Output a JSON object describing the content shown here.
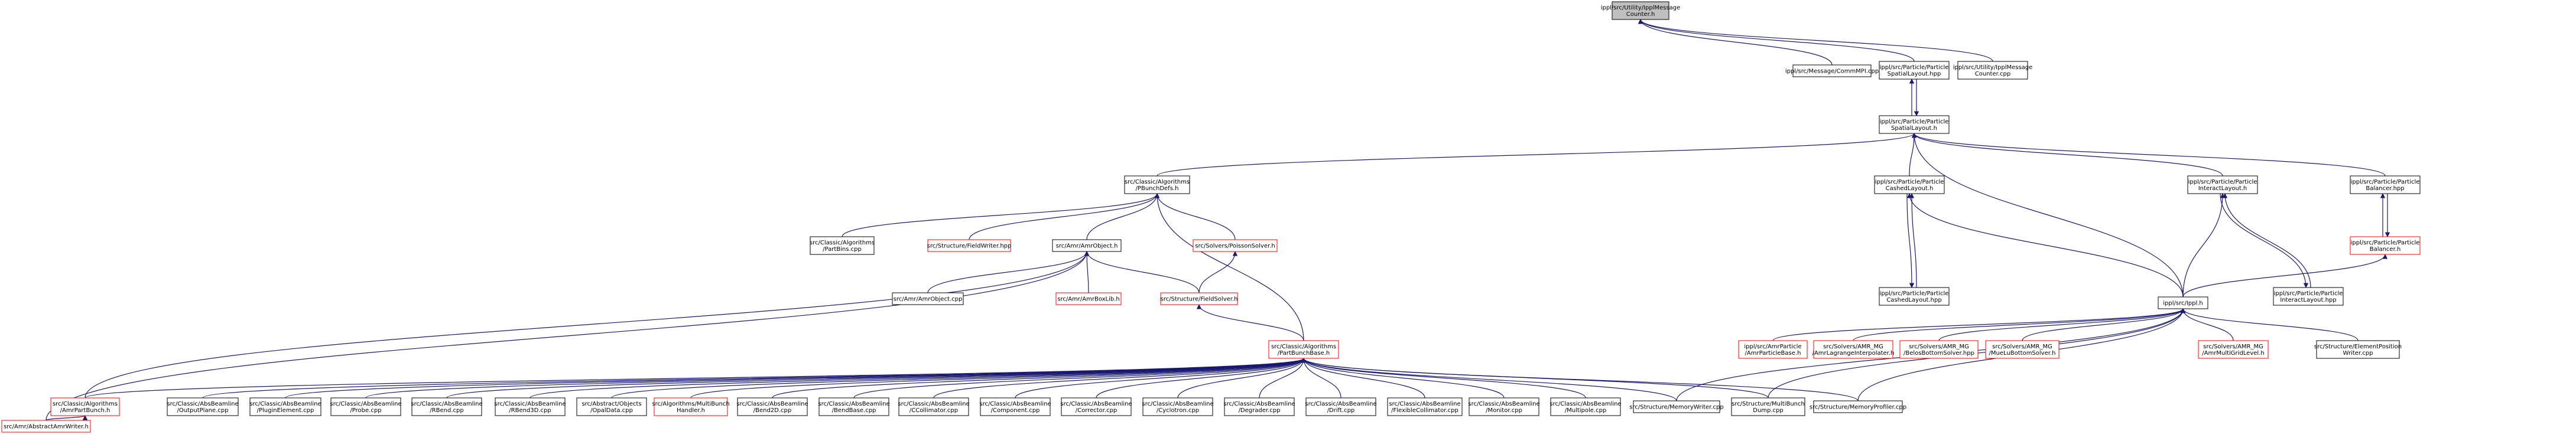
{
  "nodes": [
    {
      "id": "counter_h",
      "lines": [
        "ippl/src/Utility/IpplMessage",
        "Counter.h"
      ],
      "style": "grey"
    },
    {
      "id": "commmpi_cpp",
      "lines": [
        "ippl/src/Message/CommMPI.cpp"
      ],
      "style": "black"
    },
    {
      "id": "spatiallayout_hpp",
      "lines": [
        "ippl/src/Particle/Particle",
        "SpatialLayout.hpp"
      ],
      "style": "black"
    },
    {
      "id": "counter_cpp",
      "lines": [
        "ippl/src/Utility/IpplMessage",
        "Counter.cpp"
      ],
      "style": "black"
    },
    {
      "id": "spatiallayout_h",
      "lines": [
        "ippl/src/Particle/Particle",
        "SpatialLayout.h"
      ],
      "style": "black"
    },
    {
      "id": "pbunchdefs_h",
      "lines": [
        "src/Classic/Algorithms",
        "/PBunchDefs.h"
      ],
      "style": "black"
    },
    {
      "id": "cachedlayout_h",
      "lines": [
        "ippl/src/Particle/Particle",
        "CashedLayout.h"
      ],
      "style": "black"
    },
    {
      "id": "interactlayout_h",
      "lines": [
        "ippl/src/Particle/Particle",
        "InteractLayout.h"
      ],
      "style": "black"
    },
    {
      "id": "balancer_h_top",
      "lines": [
        "ippl/src/Particle/Particle",
        "Balancer.hpp"
      ],
      "style": "black"
    },
    {
      "id": "partbins_cpp",
      "lines": [
        "src/Classic/Algorithms",
        "/PartBins.cpp"
      ],
      "style": "black"
    },
    {
      "id": "fieldwriter_hpp",
      "lines": [
        "src/Structure/FieldWriter.hpp"
      ],
      "style": "red"
    },
    {
      "id": "amrobject_h",
      "lines": [
        "src/Amr/AmrObject.h"
      ],
      "style": "black"
    },
    {
      "id": "poissonsolver_h",
      "lines": [
        "src/Solvers/PoissonSolver.h"
      ],
      "style": "red"
    },
    {
      "id": "cachedlayout_hpp",
      "lines": [
        "ippl/src/Particle/Particle",
        "CashedLayout.hpp"
      ],
      "style": "black"
    },
    {
      "id": "interactlayout_hpp",
      "lines": [
        "ippl/src/Particle/Particle",
        "InteractLayout.hpp"
      ],
      "style": "black"
    },
    {
      "id": "balancer_h",
      "lines": [
        "ippl/src/Particle/Particle",
        "Balancer.h"
      ],
      "style": "red"
    },
    {
      "id": "ippl_h",
      "lines": [
        "ippl/src/Ippl.h"
      ],
      "style": "black"
    },
    {
      "id": "amrobject_cpp",
      "lines": [
        "src/Amr/AmrObject.cpp"
      ],
      "style": "black"
    },
    {
      "id": "amrboxlib_h",
      "lines": [
        "src/Amr/AmrBoxLib.h"
      ],
      "style": "red"
    },
    {
      "id": "fieldsolver_h",
      "lines": [
        "src/Structure/FieldSolver.h"
      ],
      "style": "red"
    },
    {
      "id": "amrparticlebase_h",
      "lines": [
        "ippl/src/AmrParticle",
        "/AmrParticleBase.h"
      ],
      "style": "red"
    },
    {
      "id": "amrlagrange_h",
      "lines": [
        "src/Solvers/AMR_MG",
        "/AmrLagrangeInterpolater.h"
      ],
      "style": "red"
    },
    {
      "id": "bottomsolver_hpp",
      "lines": [
        "src/Solvers/AMR_MG",
        "/BelosBottomSolver.hpp"
      ],
      "style": "red"
    },
    {
      "id": "mueluttomsolver_h",
      "lines": [
        "src/Solvers/AMR_MG",
        "/MueLuBottomSolver.h"
      ],
      "style": "red"
    },
    {
      "id": "amrmultigridlevel_h",
      "lines": [
        "src/Solvers/AMR_MG",
        "/AmrMultiGridLevel.h"
      ],
      "style": "red"
    },
    {
      "id": "elementposition_cpp",
      "lines": [
        "src/Structure/ElementPosition",
        "Writer.cpp"
      ],
      "style": "black"
    },
    {
      "id": "partbunchbase_h",
      "lines": [
        "src/Classic/Algorithms",
        "/PartBunchBase.h"
      ],
      "style": "red"
    },
    {
      "id": "amrpartbunch_h",
      "lines": [
        "src/Classic/Algorithms",
        "/AmrPartBunch.h"
      ],
      "style": "red"
    },
    {
      "id": "outputplane_cpp",
      "lines": [
        "src/Classic/AbsBeamline",
        "/OutputPlane.cpp"
      ],
      "style": "black"
    },
    {
      "id": "pluginelement_cpp",
      "lines": [
        "src/Classic/AbsBeamline",
        "/PluginElement.cpp"
      ],
      "style": "black"
    },
    {
      "id": "probe_cpp",
      "lines": [
        "src/Classic/AbsBeamline",
        "/Probe.cpp"
      ],
      "style": "black"
    },
    {
      "id": "rbend_cpp",
      "lines": [
        "src/Classic/AbsBeamline",
        "/RBend.cpp"
      ],
      "style": "black"
    },
    {
      "id": "rbend3d_cpp",
      "lines": [
        "src/Classic/AbsBeamline",
        "/RBend3D.cpp"
      ],
      "style": "black"
    },
    {
      "id": "opaldata_cpp",
      "lines": [
        "src/Abstract/Objects",
        "/OpalData.cpp"
      ],
      "style": "black"
    },
    {
      "id": "multibunchhandler_h",
      "lines": [
        "src/Algorithms/MultiBunch",
        "Handler.h"
      ],
      "style": "red"
    },
    {
      "id": "bend2d_cpp",
      "lines": [
        "src/Classic/AbsBeamline",
        "/Bend2D.cpp"
      ],
      "style": "black"
    },
    {
      "id": "bendbase_cpp",
      "lines": [
        "src/Classic/AbsBeamline",
        "/BendBase.cpp"
      ],
      "style": "black"
    },
    {
      "id": "ccollimator_cpp",
      "lines": [
        "src/Classic/AbsBeamline",
        "/CCollimator.cpp"
      ],
      "style": "black"
    },
    {
      "id": "component_cpp",
      "lines": [
        "src/Classic/AbsBeamline",
        "/Component.cpp"
      ],
      "style": "black"
    },
    {
      "id": "corrector_cpp",
      "lines": [
        "src/Classic/AbsBeamline",
        "/Corrector.cpp"
      ],
      "style": "black"
    },
    {
      "id": "cyclotron_cpp",
      "lines": [
        "src/Classic/AbsBeamline",
        "/Cyclotron.cpp"
      ],
      "style": "black"
    },
    {
      "id": "degrader_cpp",
      "lines": [
        "src/Classic/AbsBeamline",
        "/Degrader.cpp"
      ],
      "style": "black"
    },
    {
      "id": "drift_cpp",
      "lines": [
        "src/Classic/AbsBeamline",
        "/Drift.cpp"
      ],
      "style": "black"
    },
    {
      "id": "flexiblecollimator_cpp",
      "lines": [
        "src/Classic/AbsBeamline",
        "/FlexibleCollimator.cpp"
      ],
      "style": "black"
    },
    {
      "id": "monitor_cpp",
      "lines": [
        "src/Classic/AbsBeamline",
        "/Monitor.cpp"
      ],
      "style": "black"
    },
    {
      "id": "multipole_cpp",
      "lines": [
        "src/Classic/AbsBeamline",
        "/Multipole.cpp"
      ],
      "style": "black"
    },
    {
      "id": "memorywriter_cpp",
      "lines": [
        "src/Structure/MemoryWriter.cpp"
      ],
      "style": "black"
    },
    {
      "id": "multibunchdump_cpp",
      "lines": [
        "src/Structure/MultiBunch",
        "Dump.cpp"
      ],
      "style": "black"
    },
    {
      "id": "memoryprofiler_cpp",
      "lines": [
        "src/Structure/MemoryProfiler.cpp"
      ],
      "style": "black"
    },
    {
      "id": "amrabstractamrwriter_h",
      "lines": [
        "src/Amr/AbstractAmrWriter.h"
      ],
      "style": "red"
    }
  ]
}
